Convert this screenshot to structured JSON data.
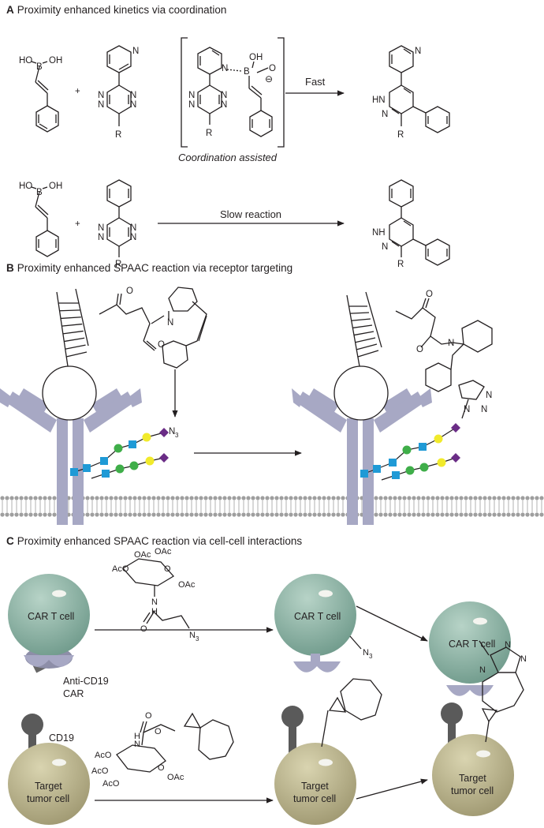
{
  "panels": {
    "a": {
      "letter": "A",
      "title": "Proximity enhanced kinetics via coordination",
      "plus": "+",
      "boronic_acid_left": "HO",
      "boronic_acid_right": "OH",
      "boron": "B",
      "tetrazine_n": "N",
      "r_group": "R",
      "intermediate_o": "O",
      "intermediate_oh": "OH",
      "intermediate_charge": "⊖",
      "fast_label": "Fast",
      "slow_label": "Slow reaction",
      "coordination_label": "Coordination assisted",
      "product_nh": "HN",
      "product_n": "N",
      "product2_nh": "NH",
      "product2_n": "N"
    },
    "b": {
      "letter": "B",
      "title": "Proximity enhanced SPAAC reaction via receptor targeting",
      "ketone_o": "O",
      "amide_n": "N",
      "azide": "N",
      "azide_sub": "3",
      "triazole_n1": "N",
      "triazole_n2": "N",
      "triazole_n3": "N"
    },
    "c": {
      "letter": "C",
      "title": "Proximity enhanced SPAAC reaction via cell-cell interactions",
      "car_t_cell": "CAR T cell",
      "anti_cd19": "Anti-CD19",
      "car": "CAR",
      "cd19": "CD19",
      "target_line1": "Target",
      "target_line2": "tumor cell",
      "sugar_oac": "OAc",
      "sugar_aco": "AcO",
      "sugar_o": "O",
      "sugar_nh": "N",
      "sugar_h": "H",
      "azide": "N",
      "azide_sub": "3",
      "carbamate_h": "H",
      "carbamate_n": "N",
      "triazole_n1": "N",
      "triazole_n2": "N",
      "triazole_n3": "N"
    }
  },
  "colors": {
    "ink": "#231f20",
    "antibody": "#a7a8c4",
    "membrane": "#9e9e9e",
    "car_t_cell": "#8db2a4",
    "tumor_cell": "#bdb68e",
    "receptor_dark": "#555555",
    "glycan_blue": "#1f9ad6",
    "glycan_green": "#3fae49",
    "glycan_yellow": "#f1ea2b",
    "glycan_purple": "#6a2c86"
  }
}
